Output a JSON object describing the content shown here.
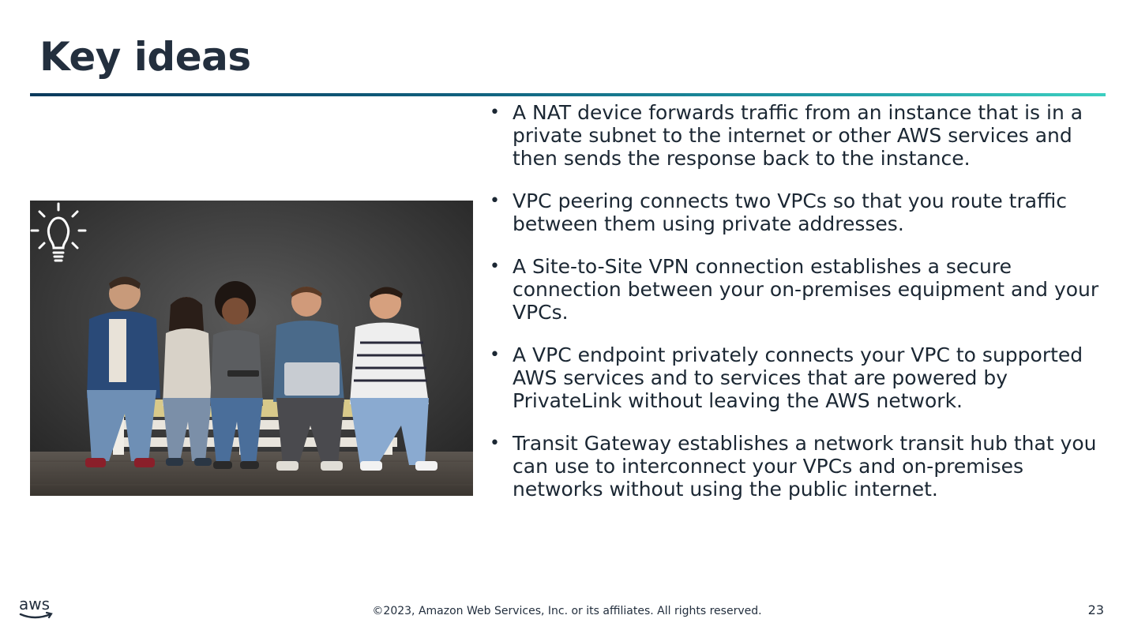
{
  "slide": {
    "title": "Key ideas"
  },
  "photo": {
    "icon": "lightbulb-icon"
  },
  "bullets": [
    "A NAT device forwards traffic from an instance that is in a private subnet to the internet or other AWS services and then sends the response back to the instance.",
    "VPC peering connects two VPCs so that you route traffic between them using private addresses.",
    "A Site-to-Site VPN connection establishes a secure connection between your on-premises equipment and your VPCs.",
    "A VPC endpoint privately connects your VPC to supported AWS services and to services that are powered by PrivateLink without leaving the AWS network.",
    "Transit Gateway establishes a network transit hub that you can use to interconnect your VPCs and on-premises networks without using the public internet."
  ],
  "footer": {
    "logo_text": "aws",
    "copyright": "©2023, Amazon Web Services, Inc. or its affiliates. All rights reserved.",
    "page_number": "23"
  },
  "colors": {
    "title": "#232f3e",
    "rule_start": "#0b3a5c",
    "rule_end": "#3ccfc0",
    "text": "#1b2733"
  }
}
